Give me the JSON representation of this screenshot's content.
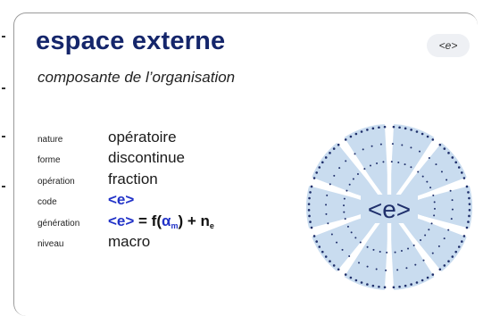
{
  "header": {
    "title": "espace externe",
    "subtitle": "composante de l’organisation",
    "badge": "<e>"
  },
  "properties": [
    {
      "label": "nature",
      "value": "opératoire"
    },
    {
      "label": "forme",
      "value": "discontinue"
    },
    {
      "label": "opération",
      "value": "fraction"
    },
    {
      "label": "code",
      "value": "<e>"
    },
    {
      "label": "génération",
      "value": "<e> = f(α_m) + n_e"
    },
    {
      "label": "niveau",
      "value": "macro"
    }
  ],
  "formula": {
    "code": "<e>",
    "equals": " = f(",
    "alpha": "α",
    "alpha_sub": "m",
    "plus": ") + n",
    "n_sub": "e"
  },
  "diagram": {
    "center_label": "<e>",
    "sectors": 10,
    "fill_color": "#c9dcef",
    "dot_color": "#1f2f6b",
    "label_color": "#1f2f6b"
  },
  "colors": {
    "title": "#15266b",
    "code": "#2233c8"
  }
}
